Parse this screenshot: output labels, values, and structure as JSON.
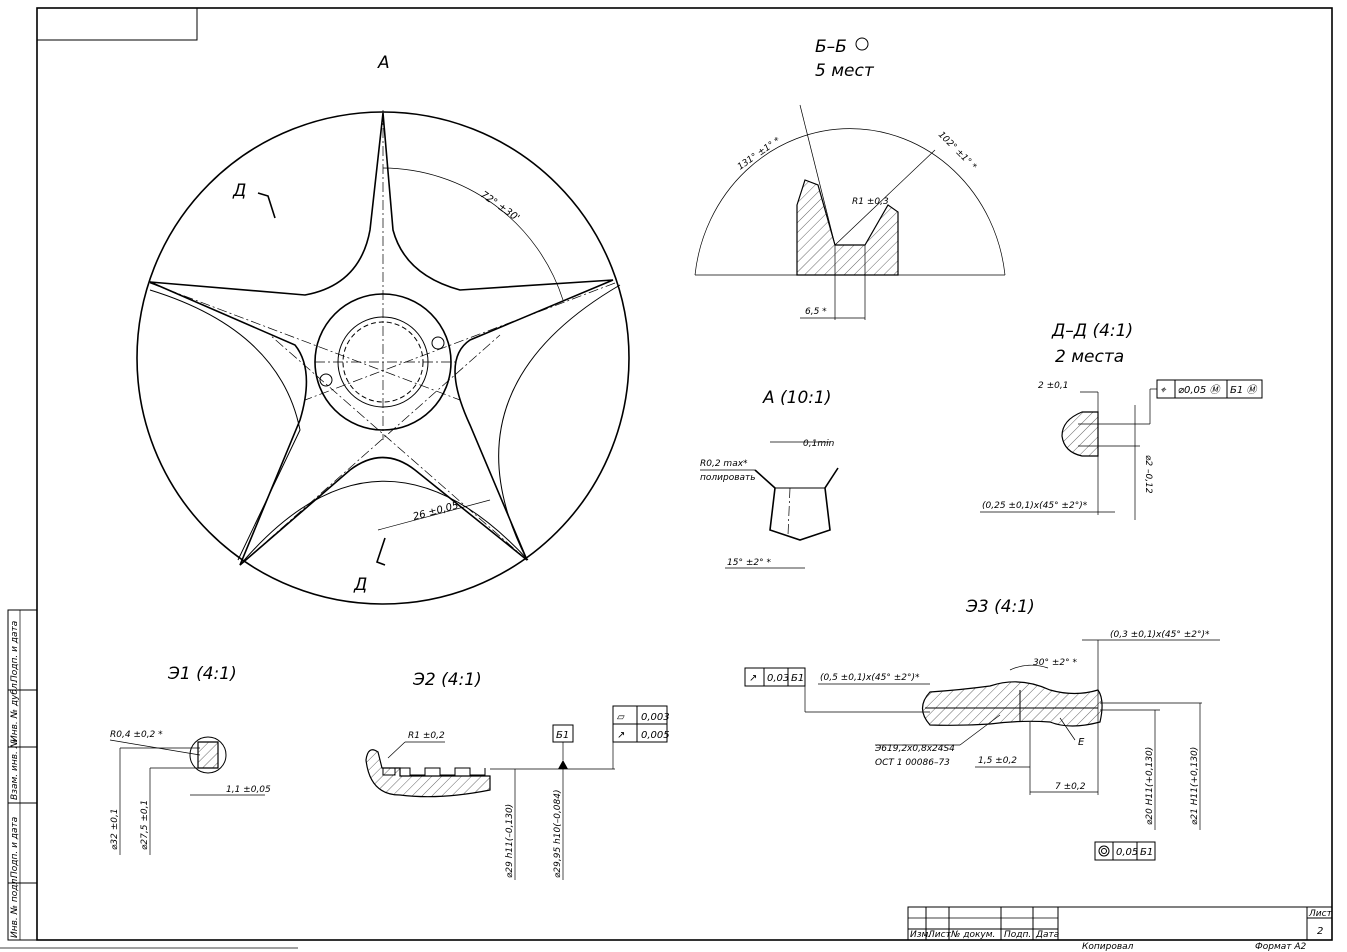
{
  "views": {
    "a_title": "А",
    "bb_title": "Б–Б",
    "bb_subtitle": "5 мест",
    "dd_title": "Д–Д (4:1)",
    "dd_subtitle": "2 места",
    "a10_title": "А (10:1)",
    "e1_title": "Э1 (4:1)",
    "e2_title": "Э2 (4:1)",
    "e3_title": "Э3 (4:1)",
    "section_mark_d": "Д"
  },
  "dimensions": {
    "angle_72": "72° ±30'",
    "dim_26": "26 ±0,05",
    "angle_131": "131° ±1° *",
    "angle_102": "102° ±1° *",
    "r1_03": "R1 ±0,3",
    "dim_65": "6,5 *",
    "dd_2": "2 ±0,1",
    "dd_d2": "⌀2 –0,12",
    "dd_chamfer": "(0,25 ±0,1)x(45° ±2°)*",
    "a10_01": "0,1min",
    "a10_r02": "R0,2 max*",
    "a10_polish": "полировать",
    "a10_15": "15° ±2° *",
    "e1_r": "R0,4 ±0,2 *",
    "e1_d32": "⌀32 ±0,1",
    "e1_d275": "⌀27,5 ±0,1",
    "e1_11": "1,1 ±0,05",
    "e2_r": "R1 ±0,2",
    "e2_d29": "⌀29 h11(–0,130)",
    "e2_d2995": "⌀29,95 h10(–0,084)",
    "e3_chamfer1": "(0,3 ±0,1)x(45° ±2°)*",
    "e3_30": "30° ±2° *",
    "e3_chamfer2": "(0,5 ±0,1)x(45° ±2°)*",
    "e3_spline": "Э619,2x0,8x24S4",
    "e3_ost": "ОСТ 1 00086–73",
    "e3_15": "1,5 ±0,2",
    "e3_7": "7 ±0,2",
    "e3_e": "Е",
    "e3_d20": "⌀20 H11(+0,130)",
    "e3_d21": "⌀21 H11(+0,130)"
  },
  "tolerances": {
    "dd_frame": [
      "⌖",
      "⌀0,05 Ⓜ",
      "Б1 Ⓜ"
    ],
    "base_b1": "Б1",
    "e2_flat": "0,003",
    "e2_runout": "0,005",
    "e3_runout_val": "0,03",
    "e3_runout_base": "Б1",
    "e3_conc_val": "0,05",
    "e3_conc_base": "Б1"
  },
  "side_stamp": [
    "Подп. и дата",
    "Инв. № дубл.",
    "Взам. инв. №",
    "Подп. и дата",
    "Инв. № подл."
  ],
  "title_block": {
    "cols": [
      "Изм.",
      "Лист",
      "№ докум.",
      "Подп.",
      "Дата"
    ],
    "sheet_label": "Лист",
    "sheet_num": "2",
    "copied": "Копировал",
    "format": "Формат А2"
  }
}
